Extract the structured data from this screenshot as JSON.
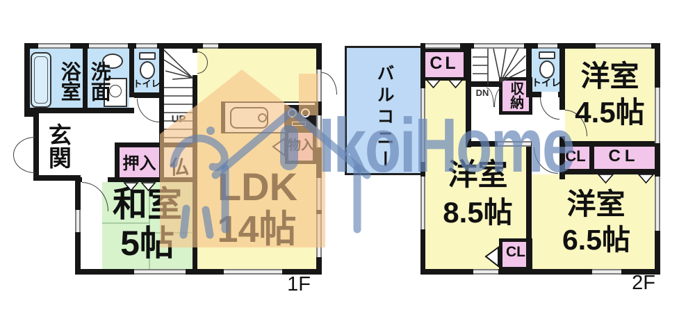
{
  "floors": {
    "f1": {
      "label": "1F",
      "bath": "浴室",
      "washroom": "洗面",
      "toilet": "トイレ",
      "entrance": "玄関",
      "closet": "押入",
      "altar": "仏",
      "stairs": "UP",
      "washitsu": {
        "name": "和室",
        "size": "5帖"
      },
      "ldk": {
        "name": "LDK",
        "size": "14帖"
      },
      "storage": "物入"
    },
    "f2": {
      "label": "2F",
      "balcony": "バルコニー",
      "closet_top": "CL",
      "stairs": "DN",
      "storage": "収納",
      "toilet": "トイレ",
      "west45": {
        "name": "洋室",
        "size": "4.5帖"
      },
      "closet_a": "CL",
      "closet_b": "CL",
      "west85": {
        "name": "洋室",
        "size": "8.5帖"
      },
      "west65": {
        "name": "洋室",
        "size": "6.5帖"
      },
      "closet_c": "CL"
    }
  },
  "watermark": {
    "text": "IkoiHome"
  },
  "colors": {
    "room_yellow": "#fbf7c1",
    "room_blue": "#c3e2f8",
    "room_green": "#d6f3cb",
    "closet_pink": "#f2c5ea",
    "balcony_blue": "#bdd9f5",
    "wall": "#161616",
    "watermark_tan": "#f6c489",
    "watermark_blue": "#6c8aba"
  }
}
